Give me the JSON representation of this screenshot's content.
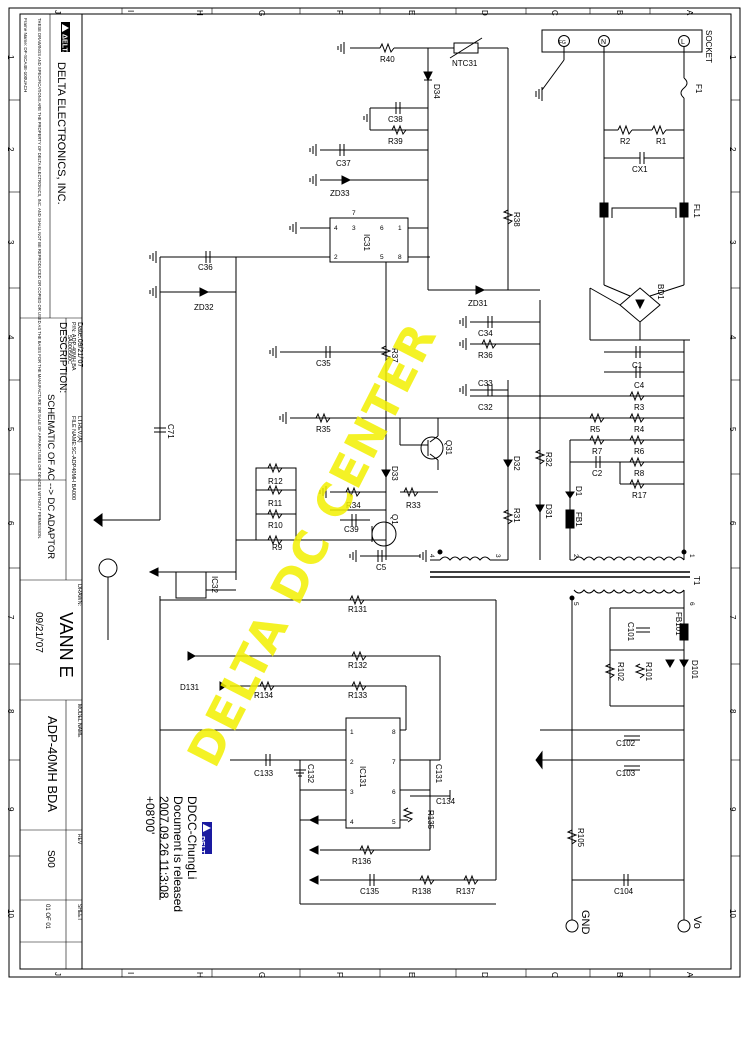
{
  "frame": {
    "row_letters": [
      "A",
      "B",
      "C",
      "D",
      "E",
      "F",
      "G",
      "H",
      "I",
      "J"
    ],
    "col_numbers": [
      "1",
      "2",
      "3",
      "4",
      "5",
      "6",
      "7",
      "8",
      "9",
      "10"
    ]
  },
  "title_block": {
    "company": "DELTA ELECTRONICS, INC.",
    "notice": "THESE DRAWINGS AND SPECIFICATIONS ARE THE PROPERTY OF DELTA ELECTRONICS, INC. AND SHALL NOT BE REPRODUCED OR COPIED OR USED AS THE BASIS FOR THE MANUFACTURE OR SALE OF APPARATUSES OR DEVICES WITHOUT PERMISSION.",
    "frame_name": "Frame Name: DF-SCA4E-100UACH",
    "description_label": "DESCRIPTION:",
    "description": "SCHEMATIC OF AC --> DC ADAPTOR",
    "drawn_label": "DRAWN:",
    "drawn_by": "VANN E",
    "drawn_date": "09/21/'07",
    "model_label": "MODEL NAME",
    "model": "ADP-40MH BDA",
    "rev_label": "REV",
    "rev": "S00",
    "sheet_label": "SHEET",
    "sheet": "01 OF 01",
    "date_label": "Date:09/21/'07",
    "pn_label": "P/N: ADP-40MH BA",
    "doc_no": "5A000560C",
    "file_label": "FILE NAME:SC-ADP40MH BA000",
    "lt_rev": "LT.REV.(A)"
  },
  "release_stamp": {
    "logo": "DELTA",
    "line1": "DDCC-ChungLi",
    "line2": "Document is released",
    "line3": "2007.09.26 11:3:08",
    "line4": "+08'00'"
  },
  "watermark": "DELTA DC CENTER",
  "terminals": {
    "socket": "SOCKET",
    "vo": "Vo",
    "gnd": "GND",
    "socket_pins": [
      "L",
      "N",
      "FG"
    ]
  },
  "components": {
    "F1": "F1",
    "R1": "R1",
    "R2": "R2",
    "CX1": "CX1",
    "FL1": "FL1",
    "BD1": "BD1",
    "C1": "C1",
    "C4": "C4",
    "R3": "R3",
    "R4": "R4",
    "R5": "R5",
    "R6": "R6",
    "R7": "R7",
    "R8": "R8",
    "R17": "R17",
    "C2": "C2",
    "D1": "D1",
    "FB1": "FB1",
    "T1": "T1",
    "R40": "R40",
    "NTC31": "NTC31",
    "D34": "D34",
    "C38": "C38",
    "R39": "R39",
    "C37": "C37",
    "ZD33": "ZD33",
    "IC31": "IC31",
    "R38": "R38",
    "C36": "C36",
    "ZD32": "ZD32",
    "ZD31": "ZD31",
    "C34": "C34",
    "R36": "R36",
    "C35": "C35",
    "R37": "R37",
    "C33": "C33",
    "C32": "C32",
    "R35": "R35",
    "Q31": "Q31",
    "D32": "D32",
    "R32": "R32",
    "D33": "D33",
    "R12": "R12",
    "R11": "R11",
    "R10": "R10",
    "R9": "R9",
    "R34": "R34",
    "R33": "R33",
    "C39": "C39",
    "Q1": "Q1",
    "C5": "C5",
    "R31": "R31",
    "D31": "D31",
    "C71": "C71",
    "IC32": "IC32",
    "R131": "R131",
    "R132": "R132",
    "D131": "D131",
    "R134": "R134",
    "R133": "R133",
    "C133": "C133",
    "C132": "C132",
    "IC131": "IC131",
    "C131": "C131",
    "C134": "C134",
    "R135": "R135",
    "R136": "R136",
    "C135": "C135",
    "R138": "R138",
    "R137": "R137",
    "C101": "C101",
    "FB101": "FB101",
    "R102": "R102",
    "R101": "R101",
    "D101": "D101",
    "C102": "C102",
    "C103": "C103",
    "R105": "R105",
    "C104": "C104"
  },
  "pin_numbers": {
    "ic31": [
      "4",
      "3",
      "2",
      "1",
      "8",
      "5",
      "6",
      "7"
    ],
    "ic131": [
      "1",
      "2",
      "3",
      "4",
      "8",
      "7",
      "6",
      "5"
    ],
    "t1_primary": [
      "1",
      "2",
      "3",
      "4"
    ],
    "t1_secondary": [
      "5",
      "6"
    ]
  }
}
